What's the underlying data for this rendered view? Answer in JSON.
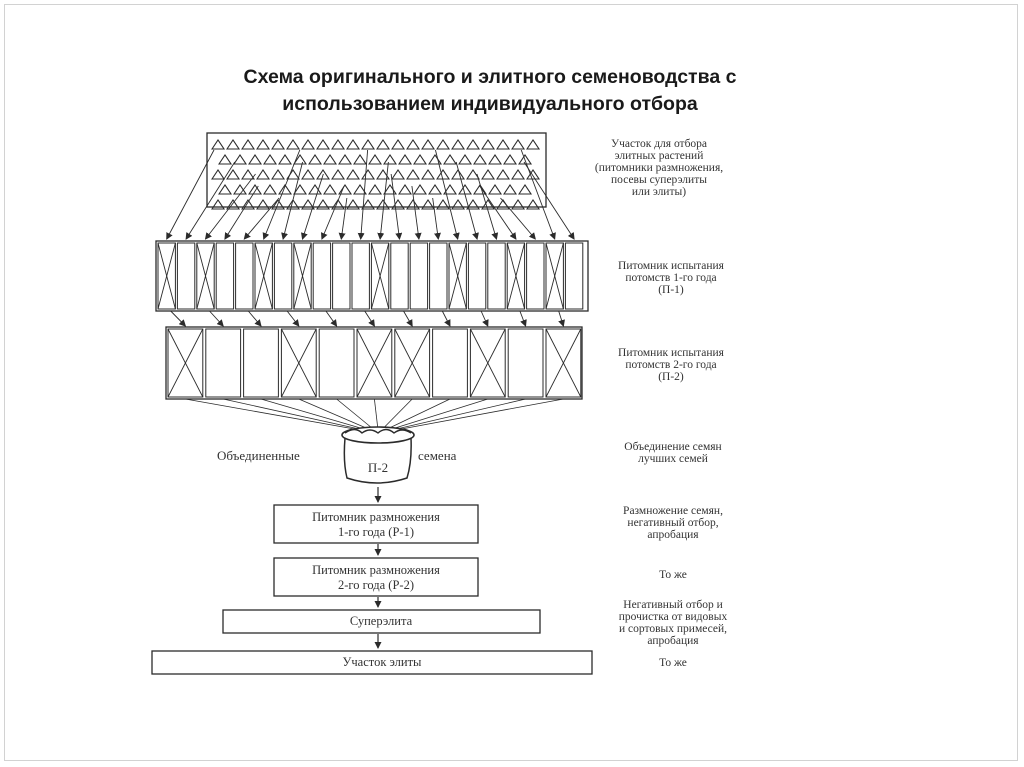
{
  "title_lines": [
    "Схема оригинального и элитного семеноводства с",
    "использованием индивидуального отбора"
  ],
  "stage_labels": {
    "selection_plot": [
      "Участок для отбора",
      "элитных растений",
      "(питомники размножения,",
      "посевы суперэлиты",
      "или элиты)"
    ],
    "p1_nursery": [
      "Питомник испытания",
      "потомств 1-го года",
      "(П-1)"
    ],
    "p2_nursery": [
      "Питомник испытания",
      "потомств 2-го года",
      "(П-2)"
    ],
    "combine_seeds": [
      "Объединение семян",
      "лучших семей"
    ],
    "multiply_r1": [
      "Размножение семян,",
      "негативный отбор,",
      "апробация"
    ],
    "same_r2": [
      "То же"
    ],
    "superelite_note": [
      "Негативный отбор и",
      "прочистка от видовых",
      "и сортовых примесей,",
      "апробация"
    ],
    "same_elite": [
      "То же"
    ]
  },
  "bag": {
    "label": "П-2",
    "left_text": "Объединенные",
    "right_text": "семена"
  },
  "boxes": {
    "r1": [
      "Питомник размножения",
      "1-го года (Р-1)"
    ],
    "r2": [
      "Питомник размножения",
      "2-го года (Р-2)"
    ],
    "superelite": "Суперэлита",
    "elite": "Участок элиты"
  },
  "colors": {
    "line": "#2b2b2b",
    "text": "#333333",
    "title": "#1a1a1a"
  }
}
